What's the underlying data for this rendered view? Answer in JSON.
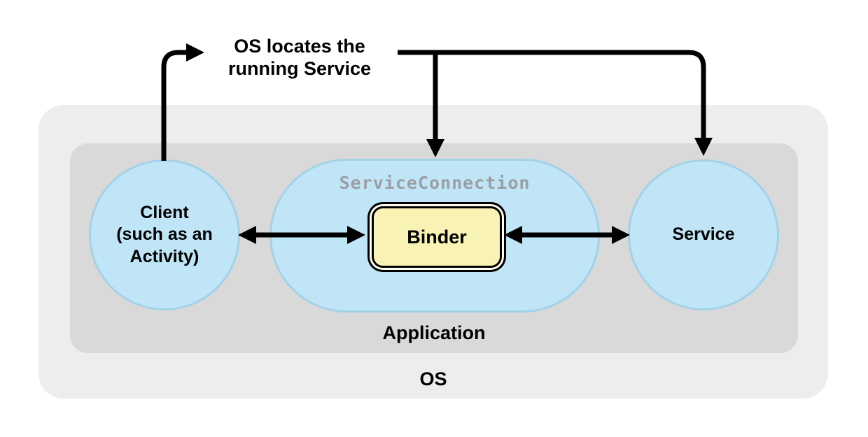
{
  "diagram": {
    "annotation": {
      "line1": "OS locates the",
      "line2": "running Service"
    },
    "os_label": "OS",
    "application_label": "Application",
    "client": {
      "line1": "Client",
      "line2": "(such as an",
      "line3": "Activity)"
    },
    "service_connection_label": "ServiceConnection",
    "binder_label": "Binder",
    "service_label": "Service",
    "colors": {
      "os_background": "#ededed",
      "application_background": "#d9d9d9",
      "node_background": "#bfe5f7",
      "node_border": "#a3d2e8",
      "binder_background": "#f8f3b4",
      "service_connection_text": "#9b9fa3",
      "arrow": "#000000"
    }
  }
}
